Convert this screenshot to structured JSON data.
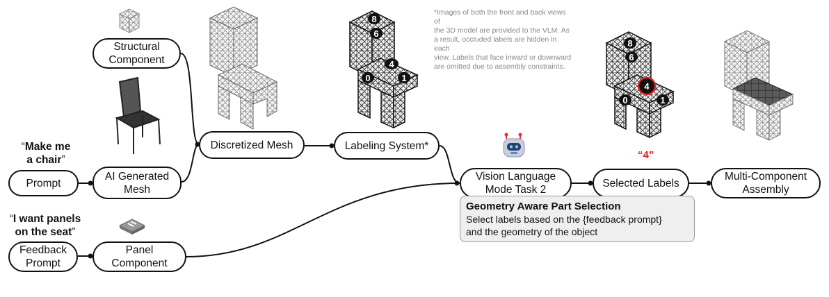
{
  "quotes": {
    "chair_open": "“",
    "chair_bold": "Make me\na chair",
    "chair_close": "”",
    "panels_open": "“",
    "panels_bold": "I want panels\non the seat",
    "panels_close": "”"
  },
  "nodes": {
    "prompt": "Prompt",
    "ai_mesh": "AI Generated\nMesh",
    "structural": "Structural\nComponent",
    "discretized": "Discretized Mesh",
    "labeling": "Labeling System*",
    "vlm": "Vision Language\nMode Task 2",
    "selected": "Selected Labels",
    "assembly": "Multi-Component\nAssembly",
    "feedback": "Feedback\nPrompt",
    "panel": "Panel\nComponent"
  },
  "info_box": {
    "title": "Geometry Aware Part Selection",
    "body": "Select labels based on the {feedback prompt}\nand the geometry of the object"
  },
  "footnote": "*Images of both the front and back views of\nthe 3D model are provided to the VLM. As\na result, occluded labels are hidden in each\nview. Labels that face inward or downward\nare omitted due to assembly constraints.",
  "selected_label": "“4”",
  "labels_view1": [
    "8",
    "6",
    "4",
    "0",
    "1"
  ],
  "labels_view2": [
    "8",
    "6",
    "4",
    "0",
    "1"
  ],
  "colors": {
    "stroke": "#111111",
    "highlight": "#e02020",
    "robot": "#5b82d6",
    "panel": "#9a9a9a"
  },
  "icons": [
    "structural-component-icon",
    "chair-mesh-icon",
    "panel-component-icon",
    "robot-icon"
  ]
}
